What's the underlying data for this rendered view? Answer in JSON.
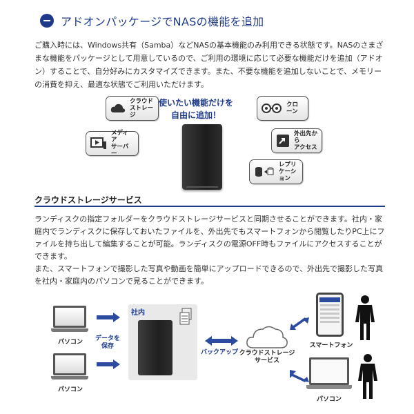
{
  "section": {
    "title": "アドオンパッケージでNASの機能を追加"
  },
  "intro_text": "ご購入時には、Windows共有（Samba）などNASの基本機能のみ利用できる状態です。NASのさまざまな機能をパッケージとして用意しているので、ご利用の環境に応じて必要な機能だけを追加（アドオン）することで、自分好みにカスタマイズできます。また、不要な機能を追加しないことで、メモリーの消費を抑え、最適な状態でご利用いただけます。",
  "addon_diagram": {
    "headline_line1": "使いたい機能だけを",
    "headline_line2": "自由に追加！",
    "features": {
      "cloud": {
        "line1": "クラウド",
        "line2": "ストレージ"
      },
      "media": {
        "line1": "メディア",
        "line2": "サーバー"
      },
      "clone": {
        "line1": "クローン"
      },
      "remote": {
        "line1": "外出先から",
        "line2": "アクセス"
      },
      "replication": {
        "line1": "レプリ",
        "line2": "ケーション"
      }
    }
  },
  "cloud_section": {
    "heading": "クラウドストレージサービス",
    "paragraph1": "ランディスクの指定フォルダーをクラウドストレージサービスと同期させることができます。社内・家庭内でランディスクに保存しておいたファイルを、外出先でもスマートフォンから閲覧したりPC上にファイルを持ち出して編集することが可能。ランディスクの電源OFF時もファイルにアクセスすることができます。",
    "paragraph2": "また、スマートフォンで撮影した写真や動画を簡単にアップロードできるので、外出先で撮影した写真を社内・家庭内のパソコンで見ることができます。"
  },
  "sync_diagram": {
    "pc1_label": "パソコン",
    "pc2_label": "パソコン",
    "save_label_line1": "データを",
    "save_label_line2": "保存",
    "office_label": "社内",
    "backup_label": "バックアップ",
    "cloud_label_line1": "クラウドストレージ",
    "cloud_label_line2": "サービス",
    "smartphone_label": "スマートフォン",
    "laptop_label": "パソコン"
  },
  "colors": {
    "accent": "#1f3a8a",
    "arrow": "#2b4aa0"
  }
}
